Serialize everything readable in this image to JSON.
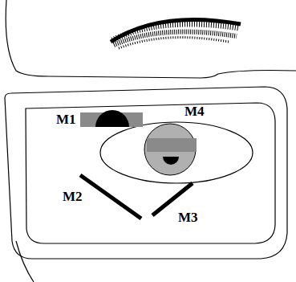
{
  "diagram": {
    "labels": [
      "M1",
      "M4",
      "M2",
      "M3"
    ]
  }
}
